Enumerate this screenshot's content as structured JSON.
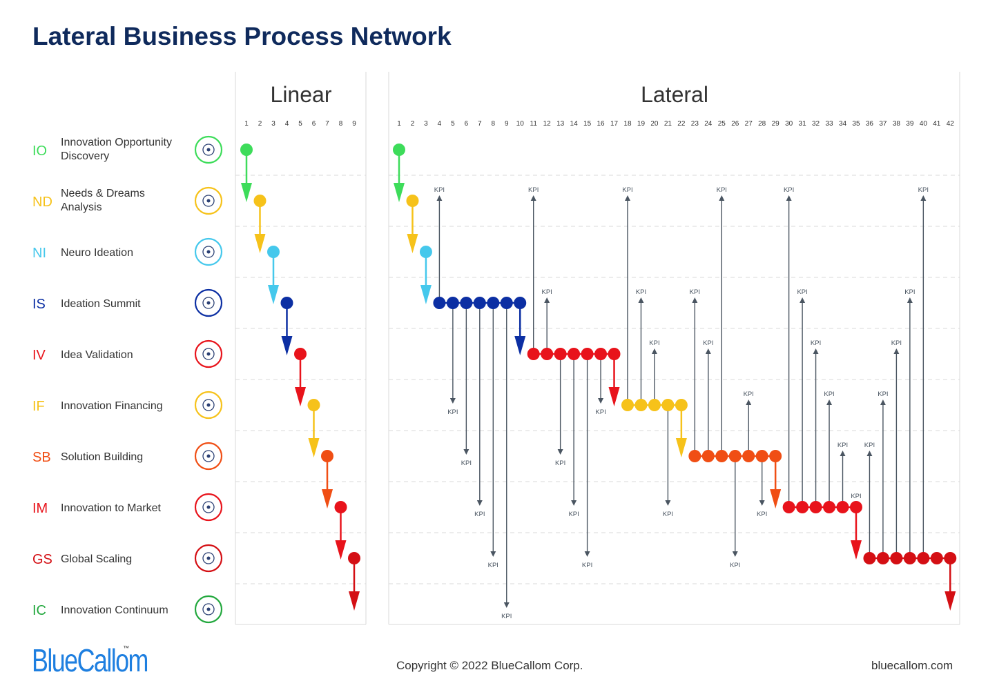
{
  "title": "Lateral Business Process Network",
  "linear": {
    "heading": "Linear",
    "columns": [
      "1",
      "2",
      "3",
      "4",
      "5",
      "6",
      "7",
      "8",
      "9"
    ]
  },
  "lateral": {
    "heading": "Lateral",
    "columns": [
      "1",
      "2",
      "3",
      "4",
      "5",
      "6",
      "7",
      "8",
      "9",
      "10",
      "11",
      "12",
      "13",
      "14",
      "15",
      "16",
      "17",
      "18",
      "19",
      "20",
      "21",
      "22",
      "23",
      "24",
      "25",
      "26",
      "27",
      "28",
      "29",
      "30",
      "31",
      "32",
      "33",
      "34",
      "35",
      "36",
      "37",
      "38",
      "39",
      "40",
      "41",
      "42"
    ]
  },
  "phases": [
    {
      "code": "IO",
      "name": [
        "Innovation Opportunity",
        "Discovery"
      ],
      "color": "#3ddc5a",
      "icon": "opportunity-discovery-icon"
    },
    {
      "code": "ND",
      "name": [
        "Needs & Dreams",
        "Analysis"
      ],
      "color": "#f6c21a",
      "icon": "needs-analysis-icon"
    },
    {
      "code": "NI",
      "name": [
        "Neuro Ideation"
      ],
      "color": "#45c8ec",
      "icon": "ideation-bulb-icon"
    },
    {
      "code": "IS",
      "name": [
        "Ideation Summit"
      ],
      "color": "#0c2fa3",
      "icon": "summit-icon"
    },
    {
      "code": "IV",
      "name": [
        "Idea Validation"
      ],
      "color": "#e8131b",
      "icon": "validation-icon"
    },
    {
      "code": "IF",
      "name": [
        "Innovation Financing"
      ],
      "color": "#f6c21a",
      "icon": "financing-icon"
    },
    {
      "code": "SB",
      "name": [
        "Solution Building"
      ],
      "color": "#f04e14",
      "icon": "solution-building-icon"
    },
    {
      "code": "IM",
      "name": [
        "Innovation to Market"
      ],
      "color": "#e8131b",
      "icon": "market-rocket-icon"
    },
    {
      "code": "GS",
      "name": [
        "Global Scaling"
      ],
      "color": "#d40f14",
      "icon": "global-scaling-icon"
    },
    {
      "code": "IC",
      "name": [
        "Innovation Continuum"
      ],
      "color": "#23a83e",
      "icon": "continuum-icon"
    }
  ],
  "kpi_label": "KPI",
  "linear_flow": {
    "steps": [
      {
        "col": 1,
        "phase": 0
      },
      {
        "col": 2,
        "phase": 1
      },
      {
        "col": 3,
        "phase": 2
      },
      {
        "col": 4,
        "phase": 3
      },
      {
        "col": 5,
        "phase": 4
      },
      {
        "col": 6,
        "phase": 5
      },
      {
        "col": 7,
        "phase": 6
      },
      {
        "col": 8,
        "phase": 7
      },
      {
        "col": 9,
        "phase": 8
      }
    ]
  },
  "lateral_flow": {
    "phase_spans": [
      {
        "phase": 0,
        "from": 1,
        "to": 1,
        "arrow_to": 1
      },
      {
        "phase": 1,
        "from": 2,
        "to": 2,
        "arrow_to": 2
      },
      {
        "phase": 2,
        "from": 3,
        "to": 3,
        "arrow_to": 3
      },
      {
        "phase": 3,
        "from": 4,
        "to": 10,
        "arrow_to": 4
      },
      {
        "phase": 4,
        "from": 11,
        "to": 17,
        "arrow_to": 5
      },
      {
        "phase": 5,
        "from": 18,
        "to": 22,
        "arrow_to": 6
      },
      {
        "phase": 6,
        "from": 23,
        "to": 29,
        "arrow_to": 7
      },
      {
        "phase": 7,
        "from": 30,
        "to": 35,
        "arrow_to": 8
      },
      {
        "phase": 8,
        "from": 36,
        "to": 42,
        "arrow_to": 9
      }
    ],
    "kpi_links": [
      {
        "col": 4,
        "from_phase": 3,
        "to_phase": 1
      },
      {
        "col": 5,
        "from_phase": 3,
        "to_phase": 5
      },
      {
        "col": 6,
        "from_phase": 3,
        "to_phase": 6
      },
      {
        "col": 7,
        "from_phase": 3,
        "to_phase": 7
      },
      {
        "col": 8,
        "from_phase": 3,
        "to_phase": 8
      },
      {
        "col": 9,
        "from_phase": 3,
        "to_phase": 9
      },
      {
        "col": 11,
        "from_phase": 4,
        "to_phase": 1
      },
      {
        "col": 12,
        "from_phase": 4,
        "to_phase": 3
      },
      {
        "col": 13,
        "from_phase": 4,
        "to_phase": 6
      },
      {
        "col": 14,
        "from_phase": 4,
        "to_phase": 7
      },
      {
        "col": 15,
        "from_phase": 4,
        "to_phase": 8
      },
      {
        "col": 16,
        "from_phase": 4,
        "to_phase": 5
      },
      {
        "col": 18,
        "from_phase": 5,
        "to_phase": 1
      },
      {
        "col": 19,
        "from_phase": 5,
        "to_phase": 3
      },
      {
        "col": 20,
        "from_phase": 5,
        "to_phase": 4
      },
      {
        "col": 21,
        "from_phase": 5,
        "to_phase": 7
      },
      {
        "col": 23,
        "from_phase": 6,
        "to_phase": 3
      },
      {
        "col": 24,
        "from_phase": 6,
        "to_phase": 4
      },
      {
        "col": 25,
        "from_phase": 6,
        "to_phase": 1
      },
      {
        "col": 26,
        "from_phase": 6,
        "to_phase": 8
      },
      {
        "col": 27,
        "from_phase": 6,
        "to_phase": 5
      },
      {
        "col": 28,
        "from_phase": 6,
        "to_phase": 7
      },
      {
        "col": 30,
        "from_phase": 7,
        "to_phase": 1
      },
      {
        "col": 31,
        "from_phase": 7,
        "to_phase": 3
      },
      {
        "col": 32,
        "from_phase": 7,
        "to_phase": 4
      },
      {
        "col": 33,
        "from_phase": 7,
        "to_phase": 5
      },
      {
        "col": 34,
        "from_phase": 7,
        "to_phase": 6
      },
      {
        "col": 35,
        "from_phase": 8,
        "to_phase": 7
      },
      {
        "col": 36,
        "from_phase": 8,
        "to_phase": 6
      },
      {
        "col": 37,
        "from_phase": 8,
        "to_phase": 5
      },
      {
        "col": 38,
        "from_phase": 8,
        "to_phase": 4
      },
      {
        "col": 39,
        "from_phase": 8,
        "to_phase": 3
      },
      {
        "col": 40,
        "from_phase": 8,
        "to_phase": 1
      }
    ]
  },
  "footer": {
    "brand": "BlueCallom",
    "trademark": "™",
    "copyright": "Copyright © 2022 BlueCallom Corp.",
    "website": "bluecallom.com"
  },
  "colors": {
    "title": "#0f2a5c",
    "kpi_arrow": "#4a5561",
    "grid_line": "#d9d9d9",
    "brand": "#1e7fe0"
  }
}
